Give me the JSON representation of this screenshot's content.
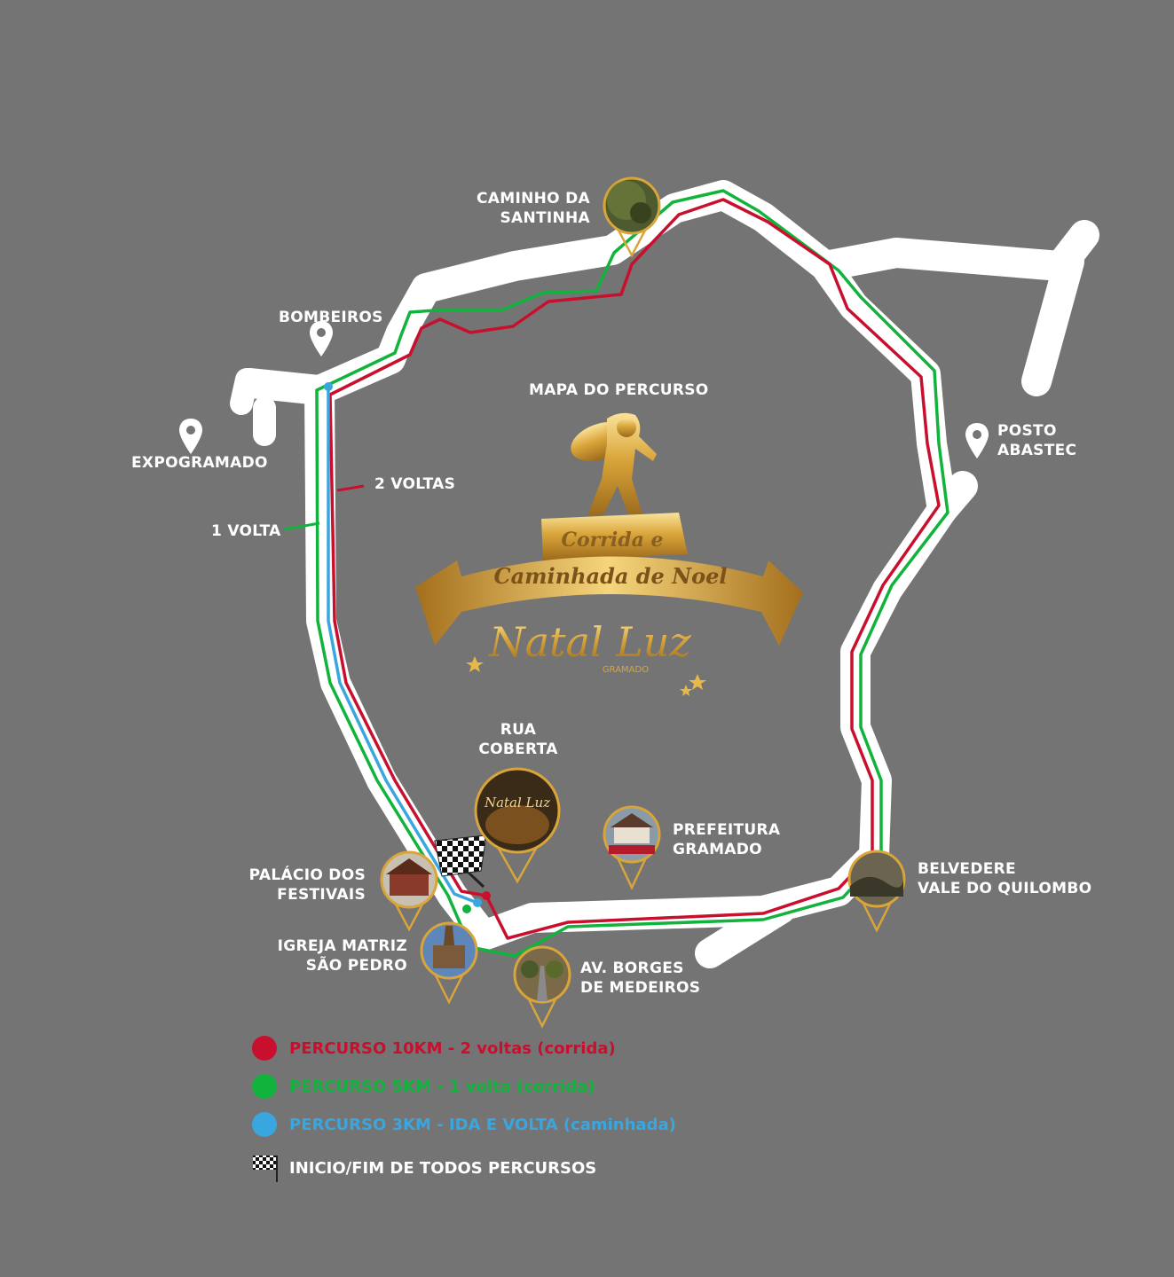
{
  "title": "MAPA DO PERCURSO",
  "logo": {
    "line1": "Corrida e",
    "line2": "Caminhada de Noel",
    "brand": "Natal Luz",
    "brand_sub": "GRAMADO"
  },
  "colors": {
    "background": "#747474",
    "road": "#ffffff",
    "route_10k": "#c8102e",
    "route_5k": "#12b33c",
    "route_3k": "#3aa6e0",
    "gold": "#d9a53a"
  },
  "places": {
    "caminho": [
      "CAMINHO DA",
      "SANTINHA"
    ],
    "bombeiros": [
      "BOMBEIROS"
    ],
    "expogramado": [
      "EXPOGRAMADO"
    ],
    "posto": [
      "POSTO",
      "ABASTEC"
    ],
    "rua": [
      "RUA",
      "COBERTA"
    ],
    "prefeitura": [
      "PREFEITURA",
      "GRAMADO"
    ],
    "belvedere": [
      "BELVEDERE",
      "VALE DO QUILOMBO"
    ],
    "palacio": [
      "PALÁCIO DOS",
      "FESTIVAIS"
    ],
    "igreja": [
      "IGREJA MATRIZ",
      "SÃO PEDRO"
    ],
    "avenida": [
      "AV. BORGES",
      "DE MEDEIROS"
    ]
  },
  "route_labels": {
    "two_laps": "2 VOLTAS",
    "one_lap": "1 VOLTA"
  },
  "legend": {
    "r10": "PERCURSO 10KM - 2 voltas (corrida)",
    "r5": "PERCURSO 5KM - 1 volta (corrida)",
    "r3": "PERCURSO 3KM - IDA E VOLTA (caminhada)",
    "flag": "INICIO/FIM DE TODOS PERCURSOS"
  }
}
